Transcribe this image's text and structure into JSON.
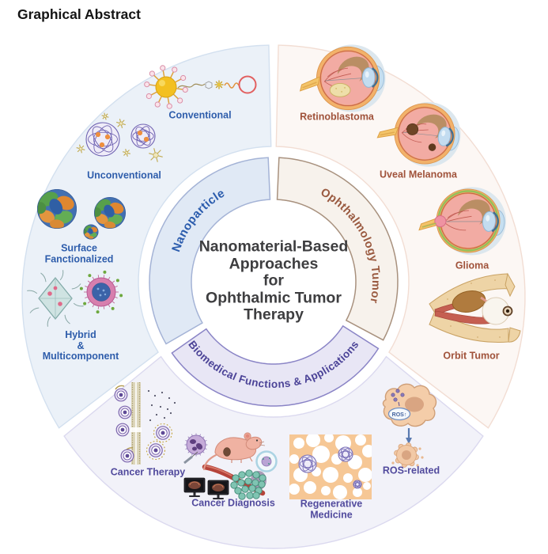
{
  "page": {
    "title": "Graphical Abstract",
    "background": "#ffffff"
  },
  "center": {
    "title": "Nanomaterial-Based Approaches for Ophthalmic Tumor Therapy",
    "title_lines": [
      "Nanomaterial-Based",
      "Approaches",
      "for",
      "Ophthalmic Tumor",
      "Therapy"
    ],
    "text_color": "#3e3e40"
  },
  "sections": [
    {
      "id": "nanoparticle",
      "ring_label": "Nanoparticle",
      "accent": "#2b5cad",
      "panel_bg": "#ebf1f8",
      "band_fill": "#e0e9f5",
      "band_stroke": "#a4b3d6",
      "items": [
        {
          "label": "Conventional",
          "lines": [
            "Conventional"
          ],
          "icon": "gold-nanoparticle-conjugate-icon"
        },
        {
          "label": "Unconventional",
          "lines": [
            "Unconventional"
          ],
          "icon": "polymer-nanosphere-icon"
        },
        {
          "label": "Surface Fanctionalized",
          "lines": [
            "Surface",
            "Fanctionalized"
          ],
          "icon": "surface-functionalized-nanosphere-icon"
        },
        {
          "label": "Hybrid & Multicomponent",
          "lines": [
            "Hybrid",
            "&",
            "Multicomponent"
          ],
          "icon": "hybrid-multicomponent-icon"
        }
      ]
    },
    {
      "id": "ophthalmology-tumor",
      "ring_label": "Ophthalmology Tumor",
      "accent": "#a0523a",
      "panel_bg": "#fcf7f4",
      "band_fill": "#f7f2ec",
      "band_stroke": "#a8917e",
      "items": [
        {
          "label": "Retinoblastoma",
          "lines": [
            "Retinoblastoma"
          ],
          "icon": "retinoblastoma-eye-icon"
        },
        {
          "label": "Uveal Melanoma",
          "lines": [
            "Uveal Melanoma"
          ],
          "icon": "uveal-melanoma-eye-icon"
        },
        {
          "label": "Glioma",
          "lines": [
            "Glioma"
          ],
          "icon": "glioma-eye-icon"
        },
        {
          "label": "Orbit Tumor",
          "lines": [
            "Orbit Tumor"
          ],
          "icon": "orbit-tumor-icon"
        }
      ]
    },
    {
      "id": "biomedical-functions-applications",
      "ring_label": "Biomedical Functions & Applications",
      "accent": "#4b4397",
      "panel_bg": "#f2f2f9",
      "band_fill": "#e8e6f5",
      "band_stroke": "#8a84c6",
      "items": [
        {
          "label": "Cancer Therapy",
          "lines": [
            "Cancer Therapy"
          ],
          "icon": "cell-membrane-drug-delivery-icon"
        },
        {
          "label": "Cancer Diagnosis",
          "lines": [
            "Cancer Diagnosis"
          ],
          "icon": "mouse-imaging-diagnosis-icon"
        },
        {
          "label": "Regenerative Medicine",
          "lines": [
            "Regenerative",
            "Medicine"
          ],
          "icon": "tissue-scaffold-icon"
        },
        {
          "label": "ROS-related",
          "lines": [
            "ROS-related"
          ],
          "icon": "ros-cell-apoptosis-icon",
          "badge": "ROS↑"
        }
      ]
    }
  ]
}
